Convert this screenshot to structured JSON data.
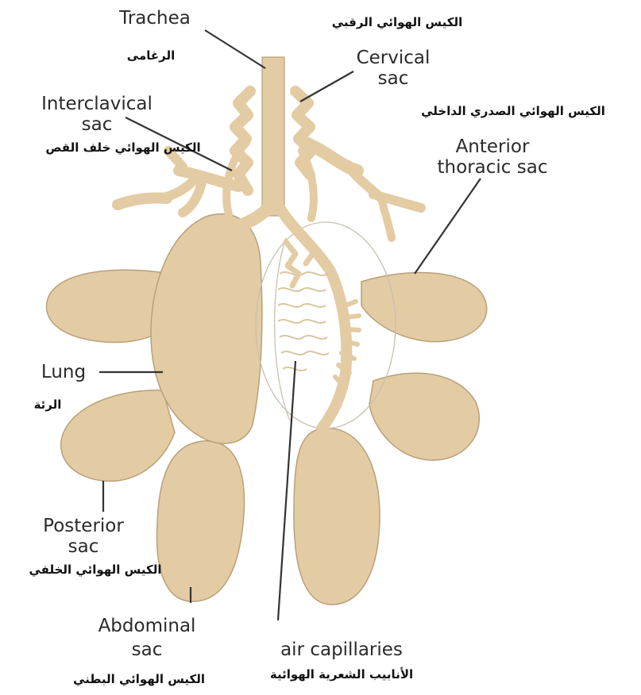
{
  "labels": {
    "trachea": {
      "en": "Trachea",
      "ar": "الرغامى"
    },
    "cervical": {
      "en_line1": "Cervical",
      "en_line2": "sac",
      "ar": "الكيس الهوائي الرقبي"
    },
    "interclavical": {
      "en_line1": "Interclavical",
      "en_line2": "sac",
      "ar": "الكيس الهوائي خلف القص"
    },
    "anterior": {
      "en_line1": "Anterior",
      "en_line2": "thoracic sac",
      "ar": "الكيس الهوائي الصدري الداخلي"
    },
    "lung": {
      "en": "Lung",
      "ar": "الرئة"
    },
    "posterior": {
      "en_line1": "Posterior",
      "en_line2": "sac",
      "ar": "الكيس الهوائي الخلفي"
    },
    "abdominal": {
      "en_line1": "Abdominal",
      "en_line2": "sac",
      "ar": "الكيس الهوائي البطني"
    },
    "capillaries": {
      "en": "air capillaries",
      "ar": "الأنابيب الشعرية الهوائية"
    }
  },
  "colors": {
    "tissue": "#e3cba3",
    "outline": "#b8a07a",
    "text": "#2a2a2a",
    "leader": "#333333"
  }
}
